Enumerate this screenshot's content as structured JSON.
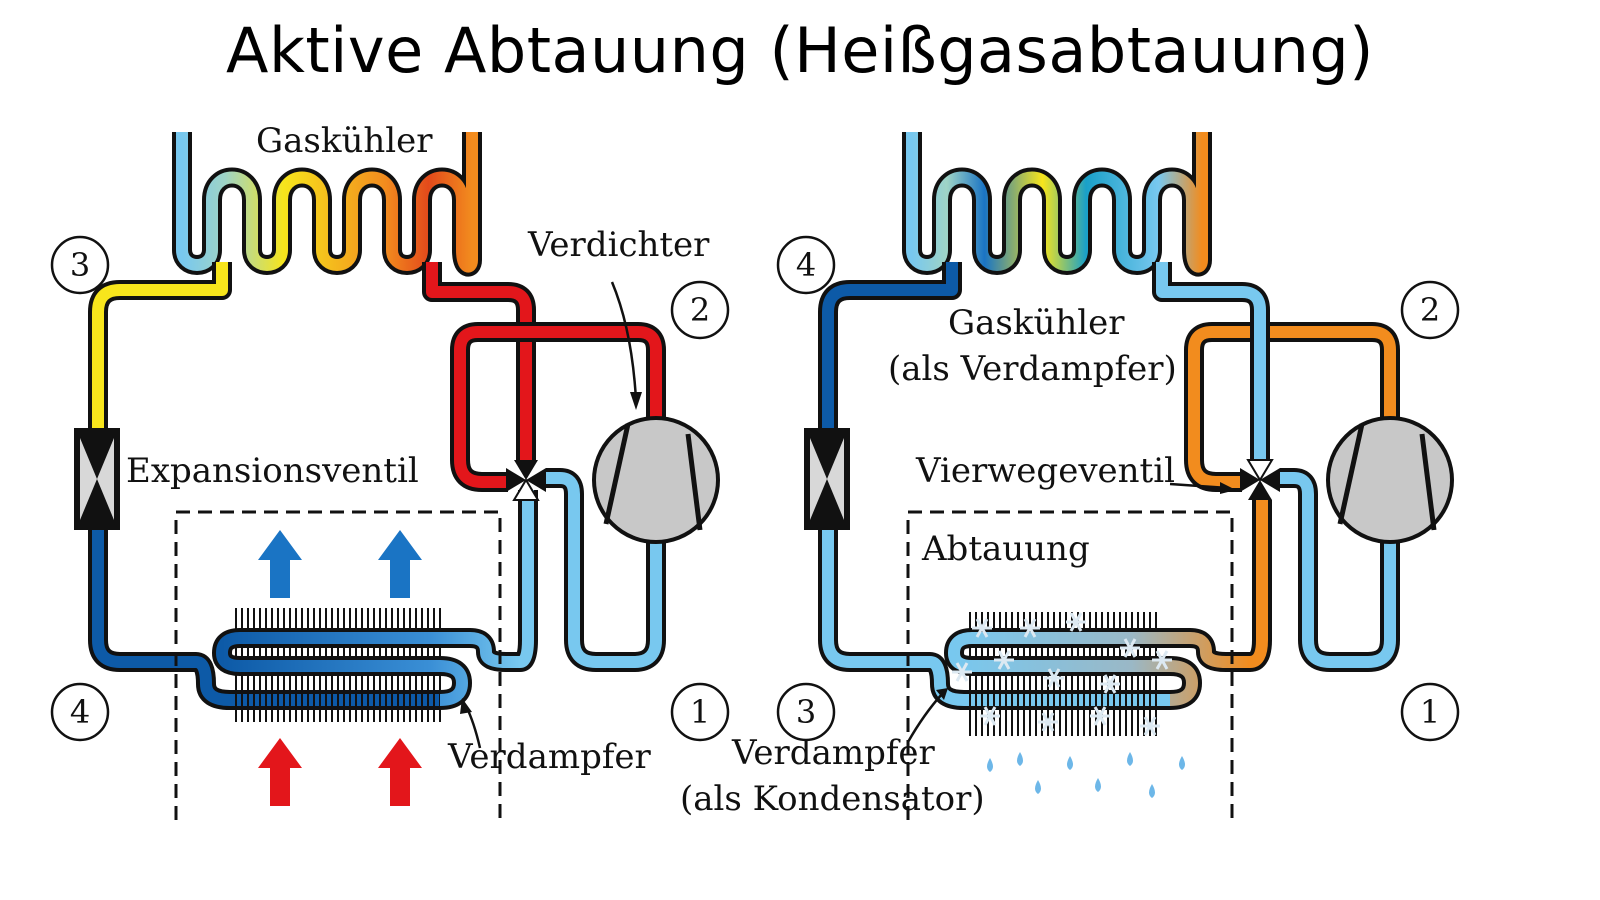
{
  "title": "Aktive Abtauung (Heißgasabtauung)",
  "left": {
    "labels": {
      "gascooler": "Gaskühler",
      "compressor": "Verdichter",
      "expansion_valve": "Expansionsventil",
      "evaporator": "Verdampfer"
    },
    "points": {
      "p1": "1",
      "p2": "2",
      "p3": "3",
      "p4": "4"
    }
  },
  "right": {
    "labels": {
      "gascooler_line1": "Gaskühler",
      "gascooler_line2": "(als Verdampfer)",
      "four_way_valve": "Vierwegeventil",
      "defrost": "Abtauung",
      "evaporator_line1": "Verdampfer",
      "evaporator_line2": "(als Kondensator)"
    },
    "points": {
      "p1": "1",
      "p2": "2",
      "p3": "3",
      "p4": "4"
    }
  },
  "colors": {
    "hot_red": "#e3161b",
    "orange": "#f28c1e",
    "yellow": "#f7e51c",
    "dark_blue": "#0d5aa7",
    "light_blue": "#78c8ef",
    "arrow_blue": "#1a74c4",
    "arrow_red": "#e3161b",
    "compressor_gray": "#c8c8c8"
  }
}
